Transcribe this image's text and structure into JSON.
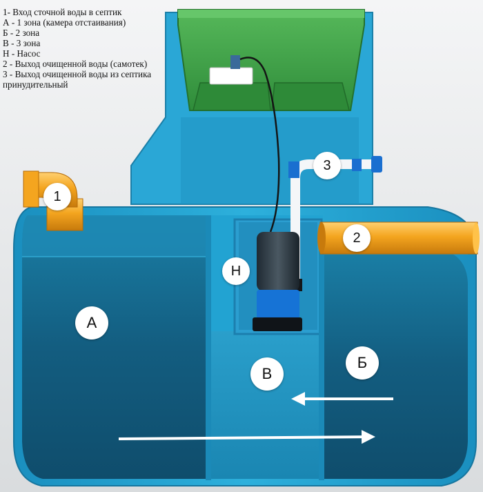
{
  "legend": [
    "1- Вход сточной воды в септик",
    "А - 1 зона (камера отстаивания)",
    "Б - 2 зона",
    "В - 3 зона",
    "Н - Насос",
    "2 - Выход очищенной воды (самотек)",
    "3 - Выход очищенной воды из септика принудительный"
  ],
  "markers": {
    "inlet": "1",
    "outlet_gravity": "2",
    "outlet_pressure": "3",
    "pump": "Н",
    "zone_a": "А",
    "zone_b": "Б",
    "zone_v": "В"
  },
  "colors": {
    "tank_blue": "#1f9ec9",
    "water": "#15668a",
    "lid_green": "#3aa64a",
    "pipe_orange": "#f2a21c",
    "arrow": "#ffffff"
  }
}
